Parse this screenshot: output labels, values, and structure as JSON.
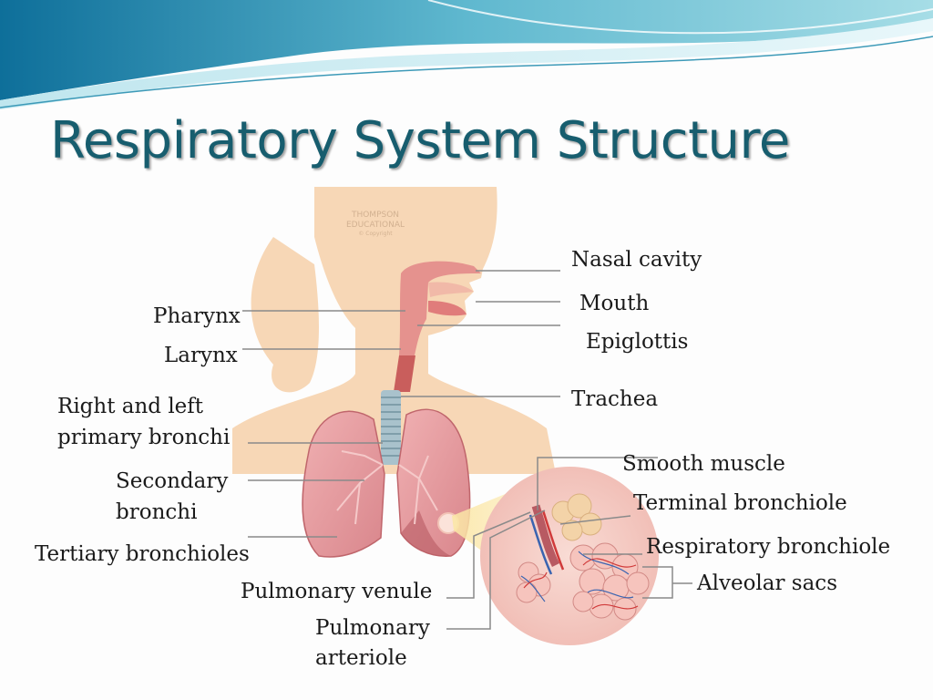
{
  "title": "Respiratory System Structure",
  "watermark": [
    "THOMPSON",
    "EDUCATIONAL",
    "© Copyright"
  ],
  "labels": {
    "nasal_cavity": "Nasal cavity",
    "mouth": "Mouth",
    "epiglottis": "Epiglottis",
    "trachea": "Trachea",
    "pharynx": "Pharynx",
    "larynx": "Larynx",
    "primary_bronchi_1": "Right and left",
    "primary_bronchi_2": "primary bronchi",
    "secondary_bronchi_1": "Secondary",
    "secondary_bronchi_2": "bronchi",
    "tertiary_bronchioles": "Tertiary bronchioles",
    "smooth_muscle": "Smooth muscle",
    "terminal_bronchiole": "Terminal bronchiole",
    "respiratory_bronchiole": "Respiratory bronchiole",
    "alveolar_sacs": "Alveolar sacs",
    "pulmonary_venule": "Pulmonary venule",
    "pulmonary_arteriole_1": "Pulmonary",
    "pulmonary_arteriole_2": "arteriole"
  },
  "colors": {
    "title": "#175d6e",
    "skin": "#f7d7b6",
    "lung": "#e89aa0",
    "trachea": "#a9c2cc",
    "alveoli_bg": "#f4c9c2",
    "leader_line": "#8a8a8a"
  }
}
